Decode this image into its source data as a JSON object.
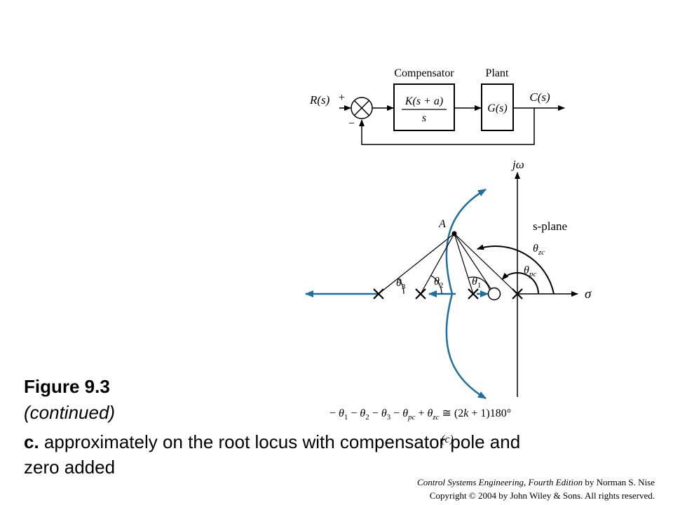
{
  "block_diagram": {
    "input": "R(s)",
    "plus_sign": "+",
    "minus_sign": "−",
    "compensator_label": "Compensator",
    "compensator_num": "K(s + a)",
    "compensator_den": "s",
    "plant_label": "Plant",
    "plant_tf": "G(s)",
    "output": "C(s)"
  },
  "root_locus": {
    "axis_imag": "jω",
    "axis_real": "σ",
    "plane_label": "s-plane",
    "point_label": "A",
    "angles": {
      "theta3": "θ3",
      "theta2": "θ2",
      "theta1": "θ1",
      "theta_zc": "θzc",
      "theta_pc": "θpc"
    },
    "equation": "− θ1 − θ2 − θ3 − θpc + θzc ≅ (2k + 1)180°",
    "part_label": "(c)",
    "locus_color": "#1f6fa0"
  },
  "caption": {
    "title": "Figure 9.3",
    "subtitle": "(continued)",
    "desc_prefix": "c.",
    "desc_text": " approximately on the root locus with compensator pole and zero added"
  },
  "credits": {
    "book": "Control Systems Engineering, Fourth Edition",
    "author_text": " by Norman S. Nise",
    "copyright": "Copyright © 2004 by John Wiley & Sons. All rights reserved."
  }
}
